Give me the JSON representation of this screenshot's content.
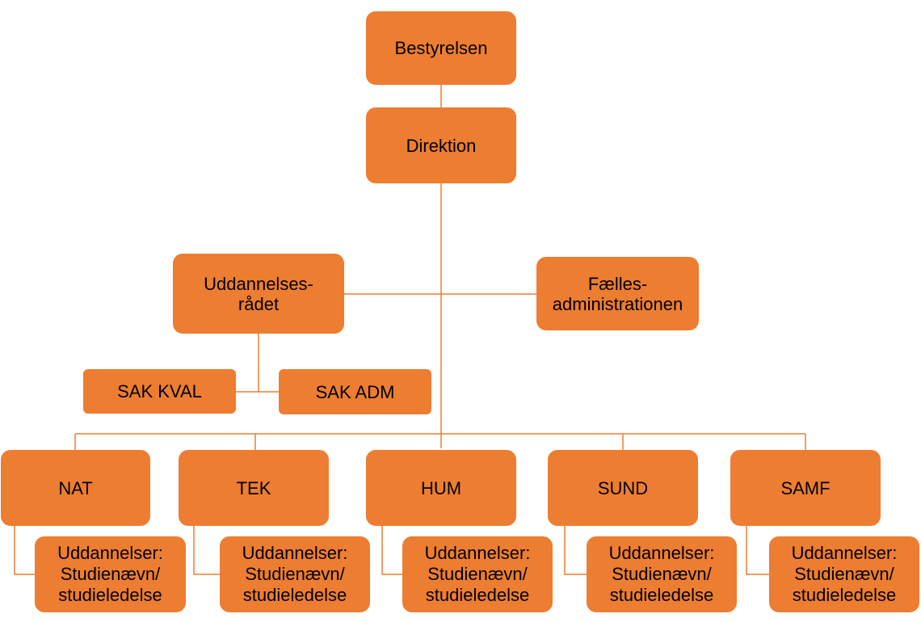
{
  "colors": {
    "box_fill": "#ED7D31",
    "connector": "#ED7D31",
    "text": "#000000"
  },
  "board": {
    "label": "Bestyrelsen"
  },
  "executive": {
    "label": "Direktion"
  },
  "education_council": {
    "line1": "Uddannelses-",
    "line2": "rådet"
  },
  "shared_admin": {
    "line1": "Fælles-",
    "line2": "administrationen"
  },
  "sak_kval": {
    "label": "SAK KVAL"
  },
  "sak_adm": {
    "label": "SAK ADM"
  },
  "faculties": [
    {
      "label": "NAT",
      "sub": {
        "line1": "Uddannelser:",
        "line2": "Studienævn/",
        "line3": "studieledelse"
      }
    },
    {
      "label": "TEK",
      "sub": {
        "line1": "Uddannelser:",
        "line2": "Studienævn/",
        "line3": "studieledelse"
      }
    },
    {
      "label": "HUM",
      "sub": {
        "line1": "Uddannelser:",
        "line2": "Studienævn/",
        "line3": "studieledelse"
      }
    },
    {
      "label": "SUND",
      "sub": {
        "line1": "Uddannelser:",
        "line2": "Studienævn/",
        "line3": "studieledelse"
      }
    },
    {
      "label": "SAMF",
      "sub": {
        "line1": "Uddannelser:",
        "line2": "Studienævn/",
        "line3": "studieledelse"
      }
    }
  ]
}
